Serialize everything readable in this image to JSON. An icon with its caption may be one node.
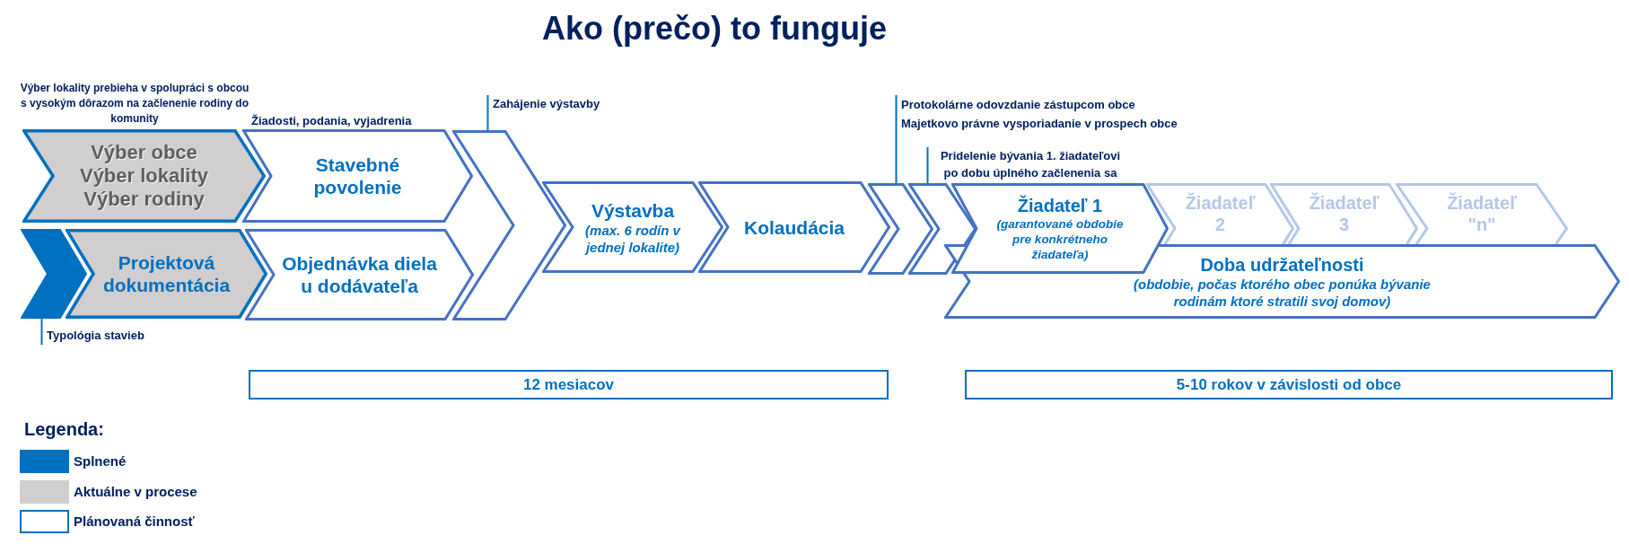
{
  "diagram": {
    "title": "Ako (prečo) to funguje",
    "nodes": [
      {
        "text": [
          "Výber obce",
          "Výber lokality",
          "Výber rodiny"
        ],
        "beside": [
          "Výber lokality prebieha v spolupráci s obcou s vysokým dôrazom na začlenenie rodiny do komunity"
        ]
      },
      {
        "text": [],
        "shape": "chevron"
      },
      {
        "text": [
          "Projektová dokumentácia"
        ]
      },
      {
        "text": [
          "Typológia stavieb"
        ]
      },
      {
        "text": [
          "Stavebné povolenie"
        ],
        "beside": [
          "Žiadosti, podania, vyjadrenia"
        ]
      },
      {
        "text": [
          "Objednávka diela u dodávateľa"
        ]
      },
      {
        "text": [
          "Zahájenie výstavby"
        ]
      },
      {
        "text": [],
        "shape": "chevron"
      },
      {
        "text": [
          "Výstavba",
          "(max. 6 rodín v jednej lokalite)"
        ]
      },
      {
        "text": [
          "Kolaudácia"
        ]
      },
      {
        "text": [
          "Protokolárne odovzdanie zástupcom obce",
          "Majetkovo právne vysporiadanie v prospech obce"
        ]
      },
      {
        "text": [],
        "shape": "chevron"
      },
      {
        "text": [
          "Pridelenie bývania 1. žiadateľovi po dobu úplného začlenenia sa"
        ]
      },
      {
        "text": [],
        "shape": "chevron"
      },
      {
        "text": [
          "Žiadateľ 1",
          "(garantované obdobie pre konkrétneho žiadateľa)"
        ]
      },
      {
        "text": [
          "Žiadateľ 2"
        ]
      },
      {
        "text": [
          "Žiadateľ 3"
        ]
      },
      {
        "text": [
          "Žiadateľ \"n\""
        ]
      },
      {
        "text": [
          "Doba udržateľnosti",
          "(obdobie, počas ktorého obec ponúka bývanie rodinám ktoré stratili svoj domov)"
        ]
      },
      {
        "text": [
          "12 mesiacov"
        ]
      },
      {
        "text": [
          "5-10 rokov v závislosti od obce"
        ]
      }
    ],
    "edges": [
      {
        "from": 3,
        "to": 1,
        "arrow": "none"
      },
      {
        "from": 6,
        "to": 7,
        "arrow": "none"
      },
      {
        "from": 10,
        "to": 11,
        "arrow": "none"
      },
      {
        "from": 12,
        "to": 13,
        "arrow": "none"
      }
    ],
    "labels": [
      "Legenda:"
    ],
    "legend": [
      {
        "text": "Splnené",
        "color": "#0070c0"
      },
      {
        "text": "Aktuálne v procese",
        "color": "#d0cece"
      },
      {
        "text": "Plánovaná činnosť",
        "color": "#ffffff"
      }
    ]
  }
}
